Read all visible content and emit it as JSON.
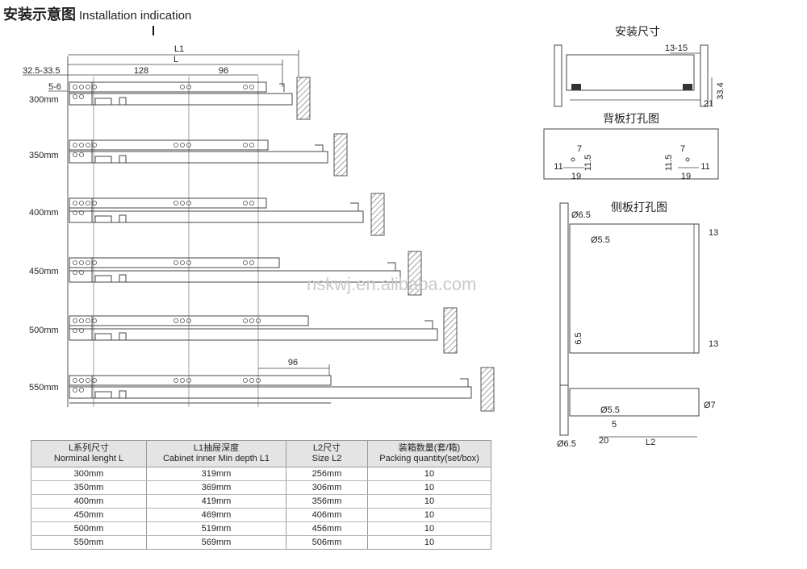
{
  "header": {
    "title_zh": "安装示意图",
    "title_en": "Installation indication"
  },
  "watermark": "nskwj.en.alibaba.com",
  "main_drawing": {
    "dim_L1": "L1",
    "dim_L": "L",
    "dim_offset": "32.5-33.5",
    "dim_gap": "5-6",
    "dim_128": "128",
    "dim_96": "96",
    "dim_96_lower": "96",
    "rows": [
      "300mm",
      "350mm",
      "400mm",
      "450mm",
      "500mm",
      "550mm"
    ]
  },
  "right_panels": {
    "install_size": {
      "title": "安装尺寸",
      "dim_top": "13-15",
      "dim_side": "33.4",
      "dim_bottom": "21"
    },
    "back_panel": {
      "title": "背板打孔图",
      "left_7": "7",
      "left_11": "11",
      "left_115": "11.5",
      "left_19": "19",
      "right_7": "7",
      "right_115": "11.5",
      "right_11": "11",
      "right_19": "19"
    },
    "side_panel": {
      "title": "侧板打孔图",
      "d65": "Ø6.5",
      "d55": "Ø5.5",
      "r13_top": "13",
      "r13_bottom": "13",
      "h65": "6.5"
    },
    "bottom_view": {
      "d55": "Ø5.5",
      "d7": "Ø7",
      "d65": "Ø6.5",
      "dim_5": "5",
      "dim_20": "20",
      "dim_L2": "L2"
    }
  },
  "spec_table": {
    "headers": [
      {
        "zh": "L系列尺寸",
        "en": "Norminal lenght L"
      },
      {
        "zh": "L1抽屉深度",
        "en": "Cabinet inner Min depth L1"
      },
      {
        "zh": "L2尺寸",
        "en": "Size L2"
      },
      {
        "zh": "装箱数量(套/箱)",
        "en": "Packing quantity(set/box)"
      }
    ],
    "rows": [
      [
        "300mm",
        "319mm",
        "256mm",
        "10"
      ],
      [
        "350mm",
        "369mm",
        "306mm",
        "10"
      ],
      [
        "400mm",
        "419mm",
        "356mm",
        "10"
      ],
      [
        "450mm",
        "469mm",
        "406mm",
        "10"
      ],
      [
        "500mm",
        "519mm",
        "456mm",
        "10"
      ],
      [
        "550mm",
        "569mm",
        "506mm",
        "10"
      ]
    ]
  }
}
